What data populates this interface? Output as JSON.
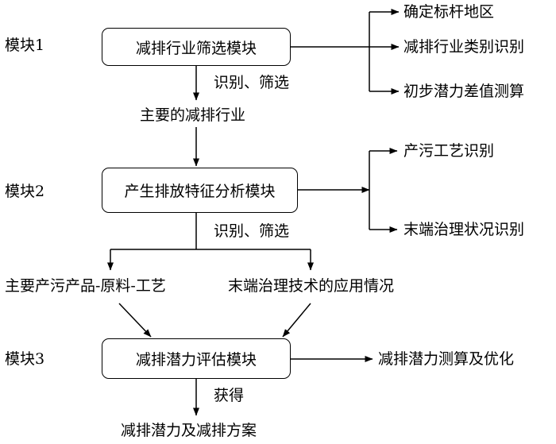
{
  "modules": {
    "m1": {
      "label": "模块1",
      "box": "减排行业筛选模块"
    },
    "m2": {
      "label": "模块2",
      "box": "产生排放特征分析模块"
    },
    "m3": {
      "label": "模块3",
      "box": "减排潜力评估模块"
    }
  },
  "flow": {
    "step1": "识别、筛选",
    "result1": "主要的减排行业",
    "step2": "识别、筛选",
    "left_branch": "主要产污产品-原料-工艺",
    "right_branch": "末端治理技术的应用情况",
    "step3": "获得",
    "final": "减排潜力及减排方案"
  },
  "outputs": {
    "m1": [
      "确定标杆地区",
      "减排行业类别识别",
      "初步潜力差值测算"
    ],
    "m2": [
      "产污工艺识别",
      "末端治理状况识别"
    ],
    "m3": [
      "减排潜力测算及优化"
    ]
  }
}
